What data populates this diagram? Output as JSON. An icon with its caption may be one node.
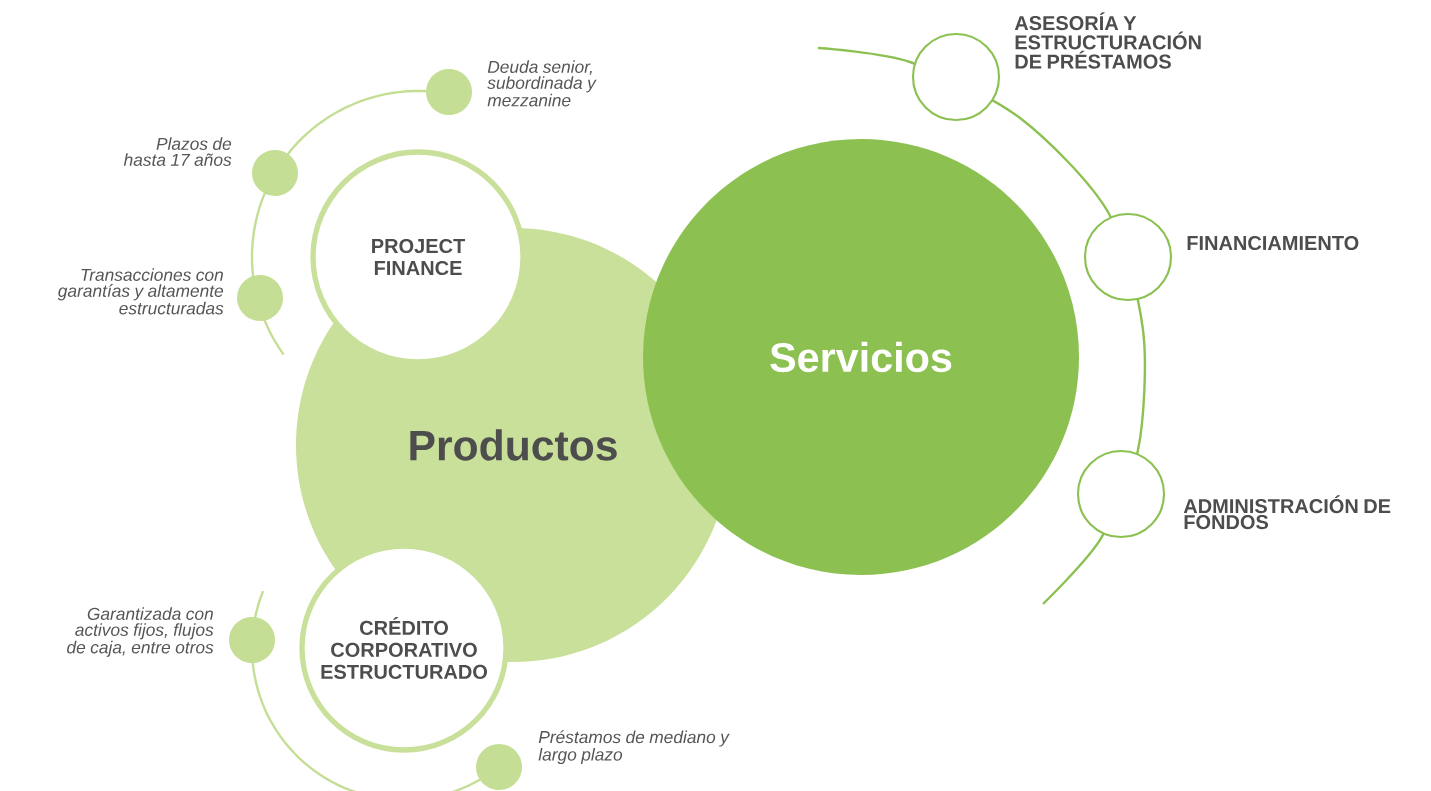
{
  "diagram": {
    "nodes": [
      {
        "text": [
          "Productos"
        ]
      },
      {
        "text": [
          "Servicios"
        ]
      },
      {
        "text": [
          "PROJECT FINANCE"
        ]
      },
      {
        "text": [
          "CRÉDITO CORPORATIVO ESTRUCTURADO"
        ]
      },
      {
        "text": [],
        "shape": "circle",
        "beside": [
          "Deuda senior, subordinada y mezzanine"
        ]
      },
      {
        "text": [],
        "shape": "circle",
        "beside": [
          "Plazos de hasta 17 años"
        ]
      },
      {
        "text": [],
        "shape": "circle",
        "beside": [
          "Transacciones con garantías y altamente estructuradas"
        ]
      },
      {
        "text": [],
        "shape": "circle",
        "beside": [
          "Garantizada con activos fijos, flujos de caja, entre otros"
        ]
      },
      {
        "text": [],
        "shape": "circle",
        "beside": [
          "Préstamos de mediano y largo plazo"
        ]
      },
      {
        "text": [],
        "shape": "circle",
        "beside": [
          "ASESORÍA Y ESTRUCTURACIÓN DE PRÉSTAMOS"
        ]
      },
      {
        "text": [],
        "shape": "circle",
        "beside": [
          "FINANCIAMIENTO"
        ]
      },
      {
        "text": [],
        "shape": "circle",
        "beside": [
          "ADMINISTRACIÓN DE FONDOS"
        ]
      }
    ]
  }
}
